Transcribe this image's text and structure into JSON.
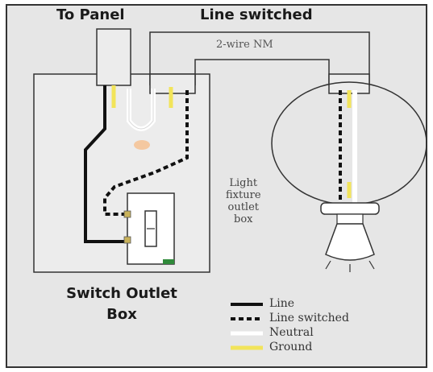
{
  "labels": {
    "to_panel": "To Panel",
    "line_switched_top": "Line switched",
    "wire_type": "2-wire NM",
    "fixture_box": [
      "Light",
      "fixture",
      "outlet",
      "box"
    ],
    "switch_box": [
      "Switch Outlet",
      "Box"
    ]
  },
  "legend": [
    {
      "label": "Line",
      "style": "solid",
      "color": "#111111"
    },
    {
      "label": "Line switched",
      "style": "dashed",
      "color": "#111111"
    },
    {
      "label": "Neutral",
      "style": "solid",
      "color": "#ffffff"
    },
    {
      "label": "Ground",
      "style": "solid",
      "color": "#f2e45a"
    }
  ],
  "colors": {
    "panel_bg": "#e6e6e6",
    "border": "#333333",
    "box_fill": "#ececec",
    "line_wire": "#111111",
    "neutral_wire": "#ffffff",
    "ground_wire": "#f2e45a",
    "nut_orange": "#f4c8a0",
    "green_screw": "#2f8a3a"
  }
}
